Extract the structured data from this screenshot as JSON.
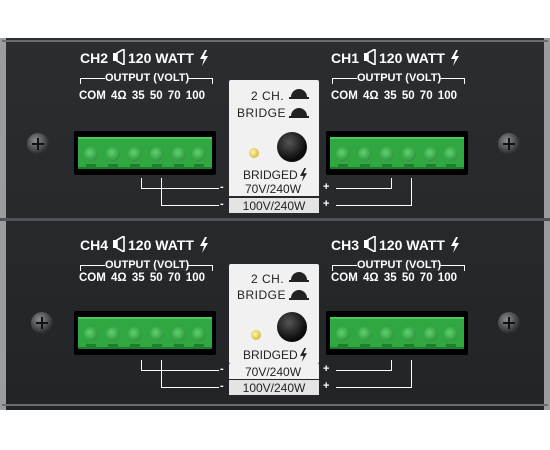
{
  "sections": [
    {
      "left": {
        "channel": "CH2",
        "watt": "120 WATT",
        "output_label": "OUTPUT (VOLT)",
        "volts": "COM 4Ω 35 50 70 100"
      },
      "right": {
        "channel": "CH1",
        "watt": "120 WATT",
        "output_label": "OUTPUT (VOLT)",
        "volts": "COM 4Ω 35 50 70 100"
      },
      "bridge": {
        "mode_line1": "2 CH.",
        "mode_line2": "BRIDGE",
        "bridged": "BRIDGED",
        "v70": "70V/240W",
        "v100": "100V/240W"
      },
      "signs": {
        "minus": "-",
        "plus": "+"
      }
    },
    {
      "left": {
        "channel": "CH4",
        "watt": "120 WATT",
        "output_label": "OUTPUT (VOLT)",
        "volts": "COM 4Ω 35 50 70 100"
      },
      "right": {
        "channel": "CH3",
        "watt": "120 WATT",
        "output_label": "OUTPUT (VOLT)",
        "volts": "COM 4Ω 35 50 70 100"
      },
      "bridge": {
        "mode_line1": "2 CH.",
        "mode_line2": "BRIDGE",
        "bridged": "BRIDGED",
        "v70": "70V/240W",
        "v100": "100V/240W"
      },
      "signs": {
        "minus": "-",
        "plus": "+"
      }
    }
  ],
  "colors": {
    "panel": "#2b2d30",
    "terminal_green": "#31a742",
    "led": "#e9c834",
    "bridge_box": "#f1f1f1"
  }
}
